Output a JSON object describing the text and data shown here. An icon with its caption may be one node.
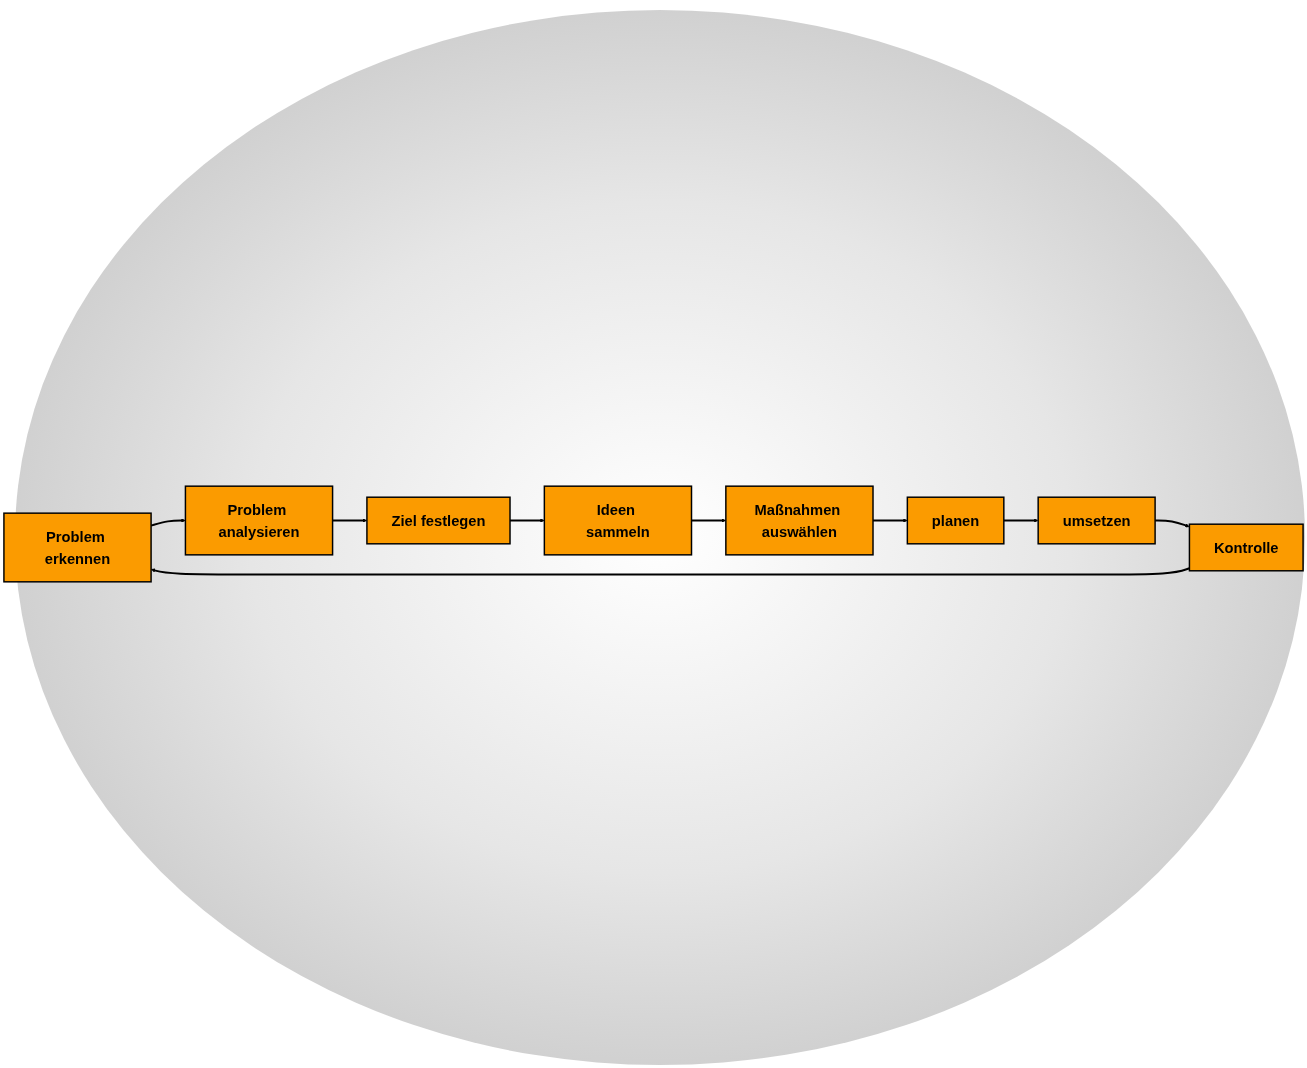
{
  "diagram": {
    "nodes": [
      {
        "text": [
          "Problem erkennen"
        ]
      },
      {
        "text": [
          "Problem analysieren"
        ]
      },
      {
        "text": [
          "Ziel festlegen"
        ]
      },
      {
        "text": [
          "Ideen sammeln"
        ]
      },
      {
        "text": [
          "Maßnahmen auswählen"
        ]
      },
      {
        "text": [
          "planen"
        ]
      },
      {
        "text": [
          "umsetzen"
        ]
      },
      {
        "text": [
          "Kontrolle"
        ]
      }
    ],
    "edges": [
      {
        "from": 0,
        "to": 1,
        "arrow": "to"
      },
      {
        "from": 1,
        "to": 2,
        "arrow": "to"
      },
      {
        "from": 2,
        "to": 3,
        "arrow": "to"
      },
      {
        "from": 3,
        "to": 4,
        "arrow": "to"
      },
      {
        "from": 4,
        "to": 5,
        "arrow": "to"
      },
      {
        "from": 5,
        "to": 6,
        "arrow": "to"
      },
      {
        "from": 6,
        "to": 7,
        "arrow": "to"
      },
      {
        "from": 7,
        "to": 0,
        "arrow": "to"
      }
    ]
  }
}
